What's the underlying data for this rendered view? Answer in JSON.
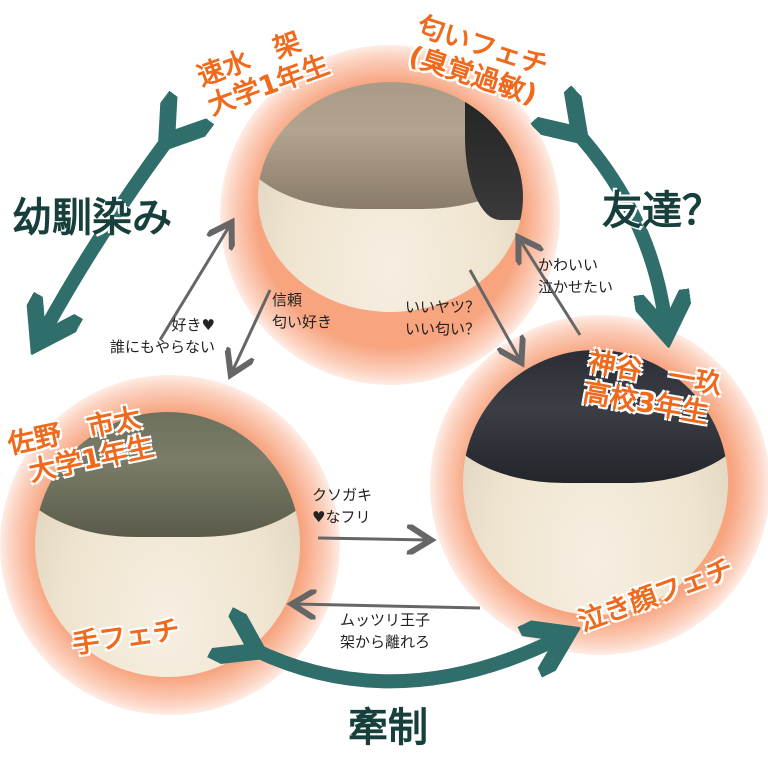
{
  "characters": [
    {
      "name": "速水　架",
      "grade": "大学1年生",
      "fetish_line1": "匂いフェチ",
      "fetish_line2": "(臭覚過敏)"
    },
    {
      "name": "佐野　市太",
      "grade": "大学1年生",
      "fetish_line1": "手フェチ"
    },
    {
      "name": "神谷　一玖",
      "grade": "高校3年生",
      "fetish_line1": "泣き顔フェチ"
    }
  ],
  "relations": {
    "childhood_friends": "幼馴染み",
    "friends": "友達？",
    "rivalry": "牽制"
  },
  "arrow_labels": {
    "sano_to_hayami": [
      "好き♥",
      "誰にもやらない"
    ],
    "hayami_to_sano": [
      "信頼",
      "匂い好き"
    ],
    "hayami_to_kamiya": [
      "いいヤツ？",
      "いい匂い？"
    ],
    "kamiya_to_hayami": [
      "かわいい",
      "泣かせたい"
    ],
    "sano_to_kamiya": [
      "クソガキ",
      "♥なフリ"
    ],
    "kamiya_to_sano": [
      "ムッツリ王子",
      "架から離れろ"
    ]
  },
  "colors": {
    "label": "#ef6a1c",
    "relation_arrow": "#2f6e6a",
    "relation_text": "#17403c",
    "arrow": "#666666"
  }
}
